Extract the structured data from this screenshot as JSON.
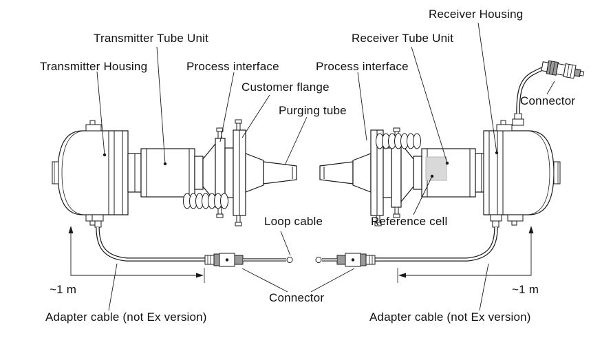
{
  "diagram": {
    "labels": {
      "receiver_housing": "Receiver Housing",
      "transmitter_tube_unit": "Transmitter Tube Unit",
      "receiver_tube_unit": "Receiver Tube Unit",
      "transmitter_housing": "Transmitter Housing",
      "process_interface_left": "Process interface",
      "process_interface_right": "Process interface",
      "customer_flange": "Customer flange",
      "purging_tube": "Purging tube",
      "connector_top": "Connector",
      "loop_cable": "Loop cable",
      "reference_cell": "Reference cell",
      "dim_left": "~1 m",
      "dim_right": "~1 m",
      "connector_bottom": "Connector",
      "adapter_cable_left": "Adapter cable (not Ex version)",
      "adapter_cable_right": "Adapter cable (not Ex version)"
    },
    "colors": {
      "line": "#1a1a1a",
      "background": "#ffffff",
      "reference_cell_fill": "#d9d9d9",
      "connector_gray": "#9a9a9a"
    }
  }
}
